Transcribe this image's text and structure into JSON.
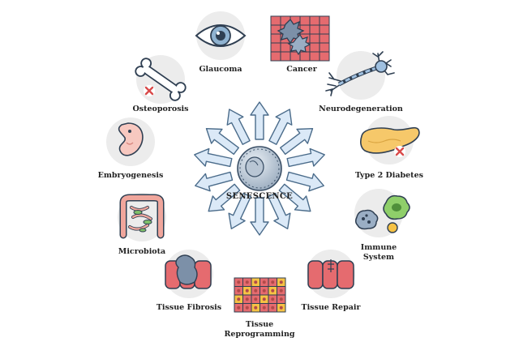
{
  "center": {
    "label": "SENESCENCE"
  },
  "labels": {
    "glaucoma": "Glaucoma",
    "cancer": "Cancer",
    "osteoporosis": "Osteoporosis",
    "neurodegeneration": "Neurodegeneration",
    "embryogenesis": "Embryogenesis",
    "type2_diabetes": "Type 2 Diabetes",
    "microbiota": "Microbiota",
    "immune_line1": "Immune",
    "immune_line2": "System",
    "tissue_fibrosis": "Tissue Fibrosis",
    "tissue_repair": "Tissue Repair",
    "reprogramming_line1": "Tissue",
    "reprogramming_line2": "Reprogramming"
  },
  "colors": {
    "arrow_fill": "#dbe9f7",
    "arrow_stroke": "#4a6b8a",
    "circle_bg": "#ececec",
    "cell_red": "#e56b6f",
    "cell_yellow": "#f6c244",
    "nucleus_gray": "#9aa8b8"
  }
}
